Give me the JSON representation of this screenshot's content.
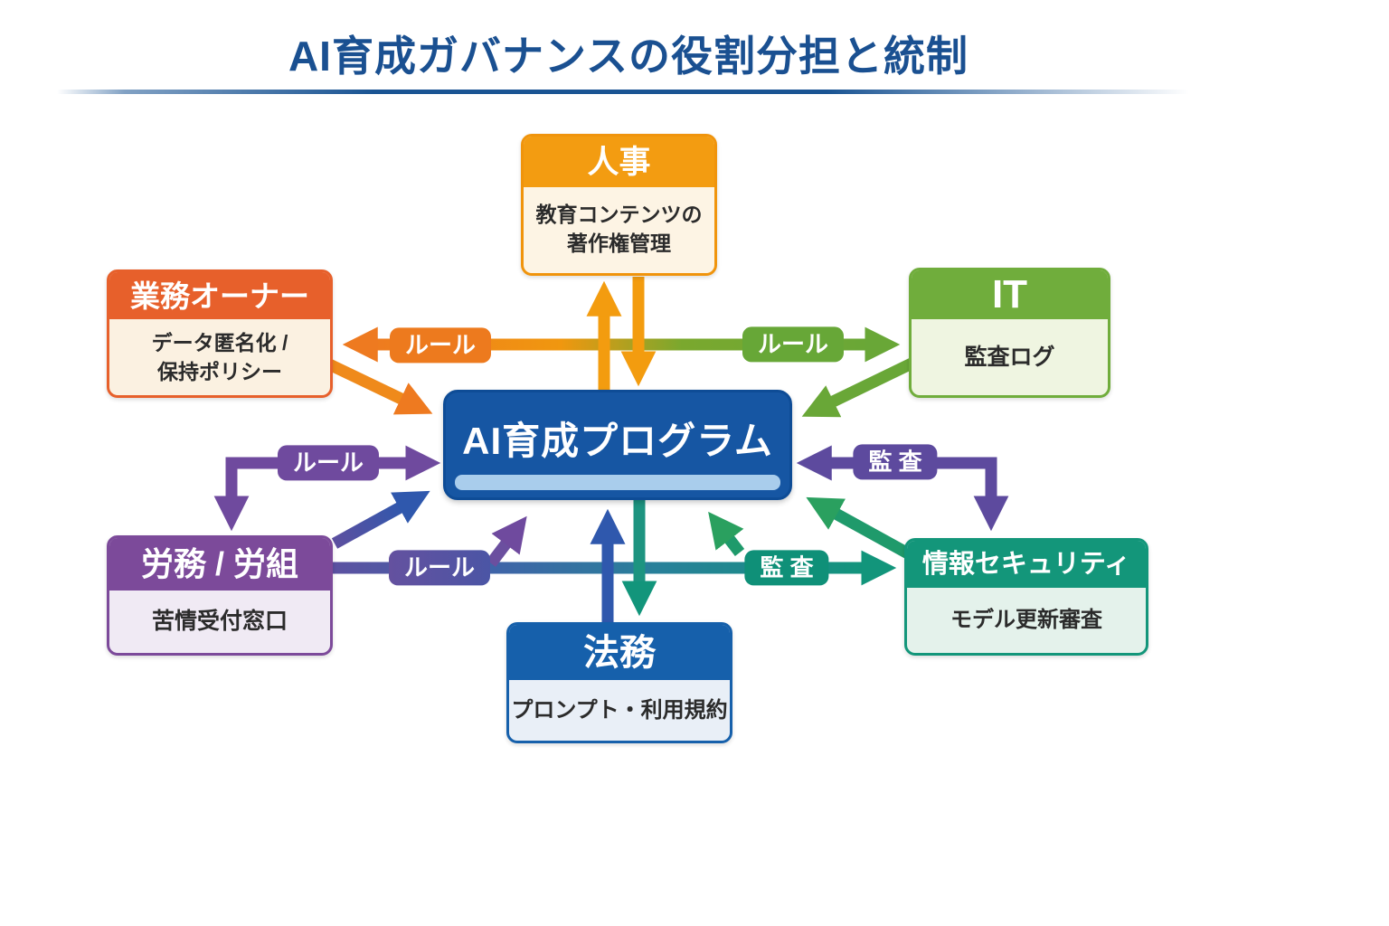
{
  "title": "AI育成ガバナンスの役割分担と統制",
  "center": {
    "label": "AI育成プログラム"
  },
  "nodes": {
    "hr": {
      "title": "人事",
      "lines": [
        "教育コンテンツの",
        "著作権管理"
      ]
    },
    "business": {
      "title": "業務オーナー",
      "lines": [
        "データ匿名化 /",
        "保持ポリシー"
      ]
    },
    "it": {
      "title": "IT",
      "lines": [
        "監査ログ"
      ]
    },
    "labor": {
      "title": "労務 / 労組",
      "lines": [
        "苦情受付窓口"
      ]
    },
    "infosec": {
      "title": "情報セキュリティ",
      "lines": [
        "モデル更新審査"
      ]
    },
    "legal": {
      "title": "法務",
      "lines": [
        "プロンプト・利用規約"
      ]
    }
  },
  "edge_labels": {
    "rule_business": "ルール",
    "rule_it": "ルール",
    "rule_labor_elbow": "ルール",
    "rule_labor_line": "ルール",
    "audit_elbow": "監 査",
    "audit_line": "監 査"
  },
  "colors": {
    "title_text": "#1a5091",
    "hr_orange": "#f39c11",
    "business_orange_red": "#e7602b",
    "it_green": "#70ad3c",
    "center_blue": "#1656a3",
    "center_strip_lightblue": "#a9cdec",
    "labor_purple": "#7c4a9a",
    "infosec_teal": "#13967a",
    "legal_blue": "#1660ab",
    "audit_purple_label": "#5d4a9e",
    "rule_orange_label": "#ed7a1e",
    "rule_green_label": "#67a737",
    "rule_bluepurple_label": "#5b50a1",
    "audit_teal_label": "#0f9078"
  }
}
